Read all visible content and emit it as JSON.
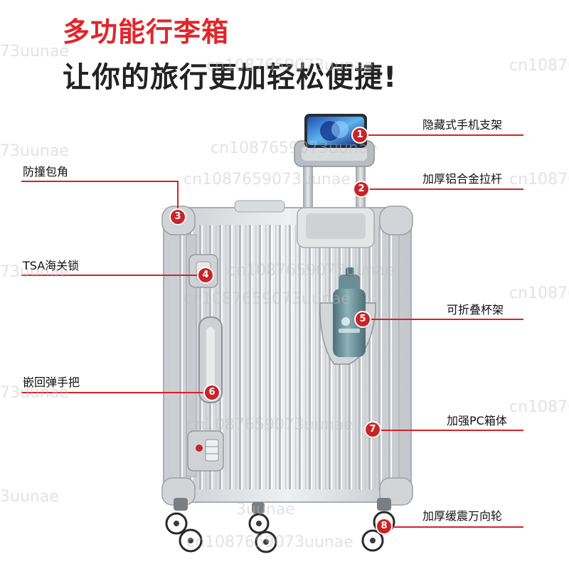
{
  "headline": {
    "title": "多功能行李箱",
    "subtitle": "让你的旅行更加轻松便捷!"
  },
  "features": [
    {
      "number": "1",
      "label": "隐藏式手机支架"
    },
    {
      "number": "2",
      "label": "加厚铝合金拉杆"
    },
    {
      "number": "3",
      "label": "防撞包角"
    },
    {
      "number": "4",
      "label": "TSA海关锁"
    },
    {
      "number": "5",
      "label": "可折叠杯架"
    },
    {
      "number": "6",
      "label": "嵌回弹手把"
    },
    {
      "number": "7",
      "label": "加强PC箱体"
    },
    {
      "number": "8",
      "label": "加厚缓震万向轮"
    }
  ],
  "colors": {
    "title_red": "#e0262b",
    "callout_red": "#d32228",
    "badge_red": "#c8242a",
    "shell_silver": "#d7dadd"
  },
  "watermarks": [
    "cn10876590​73uunae",
    "73uunae",
    "cn10876590​73uunae",
    "73uunae",
    "cn10876590​73uunae",
    "73uunae",
    "cn10876590​73uunae",
    "73uunae",
    "cn1087659073uunae",
    "3uunae",
    "cn1087659073uunae",
    "cn1087659073uunae",
    "3uunae",
    "cn10876",
    "cn10876",
    "cn10876",
    "cn10876"
  ]
}
